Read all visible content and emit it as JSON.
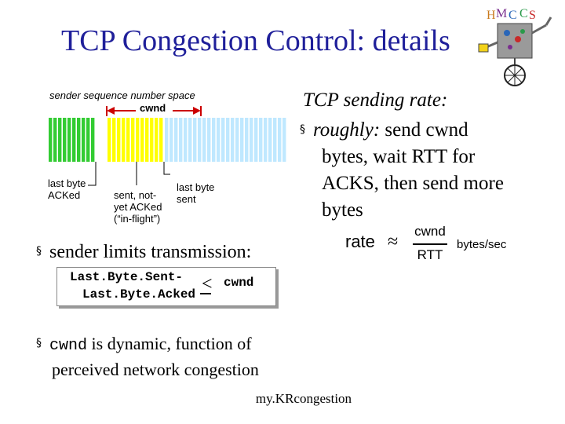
{
  "title": "TCP Congestion Control: details",
  "diagram": {
    "caption": "sender sequence number space",
    "window_label": "cwnd",
    "label_acked": [
      "last byte",
      "ACKed"
    ],
    "label_in_flight": [
      "sent, not-",
      "yet ACKed",
      "(“in-flight”)"
    ],
    "label_sent": [
      "last byte",
      "sent"
    ],
    "colors": {
      "acked": "#33cc33",
      "in_flight": "#ffff00",
      "unsent": "#bfe8ff",
      "arrow": "#cc0000"
    }
  },
  "rate": {
    "title": "TCP sending rate:",
    "bullet_prefix": "roughly:",
    "bullet_lines": [
      " send cwnd",
      "bytes, wait RTT for",
      "ACKS, then send more",
      "bytes"
    ]
  },
  "formula": {
    "lhs": "rate",
    "approx": "≈",
    "numerator": "cwnd",
    "denominator": "RTT",
    "unit": "bytes/sec"
  },
  "bullet_limits": "sender limits transmission:",
  "inequality": {
    "lhs_line1": "Last.Byte.Sent-",
    "lhs_line2": "Last.Byte.Acked",
    "op": "<",
    "rhs": "cwnd"
  },
  "bullet_dynamic": {
    "code": "cwnd",
    "text_line1": " is dynamic, function of",
    "text_line2": "perceived network congestion"
  },
  "footer": "my.KRcongestion",
  "bullet_glyph": "§"
}
